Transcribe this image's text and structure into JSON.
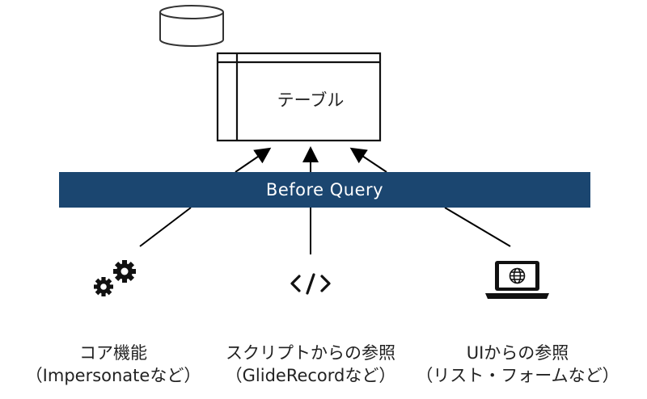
{
  "table": {
    "label": "テーブル"
  },
  "band": {
    "label": "Before Query"
  },
  "sources": [
    {
      "icon": "gears-icon",
      "title": "コア機能",
      "subtitle": "（Impersonateなど）"
    },
    {
      "icon": "code-icon",
      "title": "スクリプトからの参照",
      "subtitle": "（GlideRecordなど）"
    },
    {
      "icon": "laptop-globe-icon",
      "title": "UIからの参照",
      "subtitle": "（リスト・フォームなど）"
    }
  ]
}
